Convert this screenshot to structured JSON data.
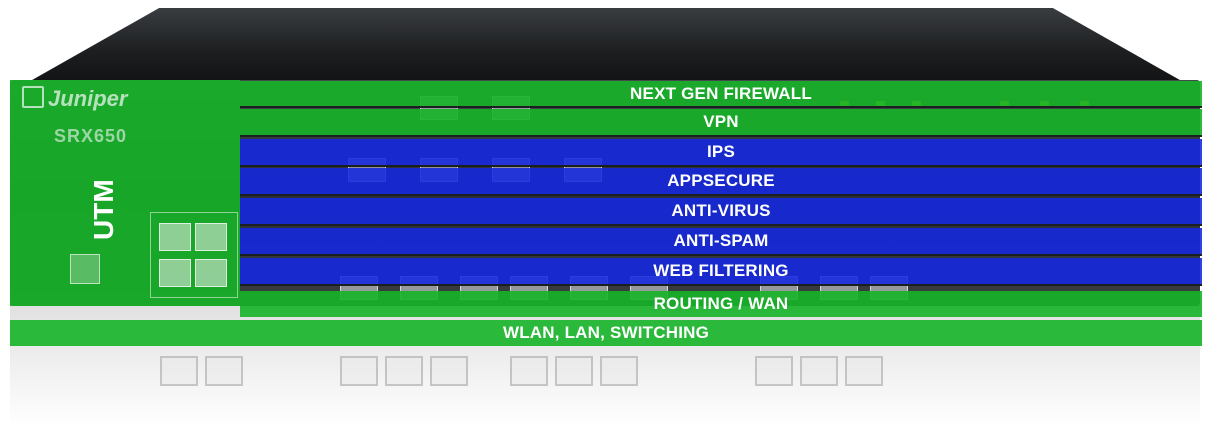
{
  "device": {
    "brand": "Juniper",
    "model": "SRX650"
  },
  "bands": [
    {
      "label": "NEXT GEN FIREWALL",
      "color": "#16b428"
    },
    {
      "label": "VPN",
      "color": "#16b428"
    },
    {
      "label": "IPS",
      "color": "#1428e1"
    },
    {
      "label": "APPSECURE",
      "color": "#1428e1"
    },
    {
      "label": "ANTI-VIRUS",
      "color": "#1428e1"
    },
    {
      "label": "ANTI-SPAM",
      "color": "#1428e1"
    },
    {
      "label": "WEB FILTERING",
      "color": "#1428e1"
    },
    {
      "label": "ROUTING / WAN",
      "color": "#16b428"
    },
    {
      "label": "WLAN, LAN, SWITCHING",
      "color": "#16b428"
    }
  ],
  "utm": {
    "label": "UTM",
    "color": "#16b428"
  }
}
